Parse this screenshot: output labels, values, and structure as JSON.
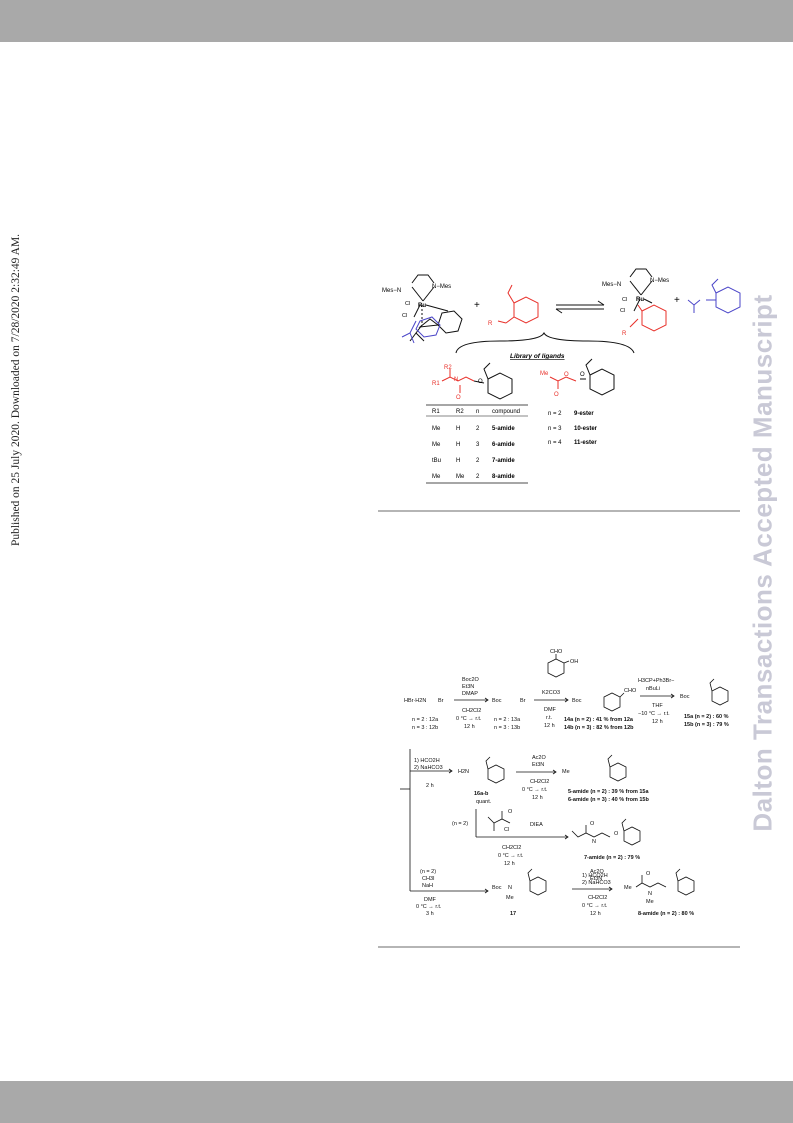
{
  "side_note": "Published on 25 July 2020. Downloaded on 7/28/2020 2:32:49 AM.",
  "watermark": "Dalton Transactions Accepted Manuscript",
  "scheme1": {
    "cat_left_ligand": "Mes−N",
    "cat_left_ligand2": "N−Mes",
    "ru": "Ru",
    "cl": "Cl",
    "cat_right_ligand": "Mes−N",
    "cat_right_ligand2": "N−Mes",
    "plus": "+",
    "arrow": "⇌",
    "ligand_r": "R",
    "library_title": "Library of ligands",
    "amide_r1": "R1",
    "amide_r2": "R2",
    "amide_n": "N",
    "amide_o": "O",
    "ester_me": "Me",
    "ester_o": "O",
    "table_headers": [
      "R1",
      "R2",
      "n",
      "compound"
    ],
    "table_rows": [
      [
        "Me",
        "H",
        "2",
        "5-amide"
      ],
      [
        "Me",
        "H",
        "3",
        "6-amide"
      ],
      [
        "tBu",
        "H",
        "2",
        "7-amide"
      ],
      [
        "Me",
        "Me",
        "2",
        "8-amide"
      ]
    ],
    "ester_rows": [
      [
        "n = 2",
        "9-ester"
      ],
      [
        "n = 3",
        "10-ester"
      ],
      [
        "n = 4",
        "11-ester"
      ]
    ]
  },
  "scheme2": {
    "cho": "CHO",
    "oh": "OH",
    "start": "HBr·H2N",
    "start_br": "Br",
    "start_n2": "n = 2 : 12a",
    "start_n3": "n = 3 : 12b",
    "step1_reagents": [
      "Boc2O",
      "Et3N",
      "DMAP"
    ],
    "step1_conditions": [
      "CH2Cl2",
      "0 °C → r.t.",
      "12 h"
    ],
    "int13": "Boc",
    "int13_n2": "n = 2 : 13a",
    "int13_n3": "n = 3 : 13b",
    "step2_reagents": [
      "K2CO3"
    ],
    "step2_conditions": [
      "DMF",
      "r.t.",
      "12 h"
    ],
    "int14a": "14a (n = 2) : 41 % from 12a",
    "int14b": "14b (n = 3) : 82 % from 12b",
    "step3_reagents": [
      "H3CP+Ph3Br−",
      "nBuLi"
    ],
    "step3_conditions": [
      "THF",
      "−10 °C → r.t.",
      "12 h"
    ],
    "int15a": "15a (n = 2) : 60 %",
    "int15b": "15b (n = 3) : 79 %",
    "step4_reagents": [
      "1) HCO2H",
      "2) NaHCO3"
    ],
    "step4_time": "2 h",
    "h2n": "H2N",
    "int16": "16a-b",
    "int16_yield": "quant.",
    "step5_reagents": [
      "Ac2O",
      "Et3N"
    ],
    "step5_conditions": [
      "CH2Cl2",
      "0 °C → r.t.",
      "12 h"
    ],
    "me": "Me",
    "prod5": "5-amide (n = 2) : 39 % from 15a",
    "prod6": "6-amide (n = 3) : 40 % from 15b",
    "n2_label": "(n = 2)",
    "cl": "Cl",
    "diea": "DIEA",
    "step6_conditions": [
      "CH2Cl2",
      "0 °C → r.t.",
      "12 h"
    ],
    "prod7": "7-amide (n = 2) : 79 %",
    "step7_label": "(n = 2)",
    "step7_reagents": [
      "CH3I",
      "NaH"
    ],
    "step7_conditions": [
      "DMF",
      "0 °C → r.t.",
      "3 h"
    ],
    "boc": "Boc",
    "int17": "17",
    "step8_reagents": [
      "1) HCO2H",
      "2) NaHCO3"
    ],
    "step9_reagents": [
      "Ac2O",
      "Et3N"
    ],
    "step9_conditions": [
      "CH2Cl2",
      "0 °C → r.t.",
      "12 h"
    ],
    "prod8": "8-amide (n = 2) : 80 %",
    "atom_n": "N",
    "atom_h": "H",
    "atom_o": "O",
    "sub_n": "n"
  },
  "colors": {
    "red": "#e8302a",
    "blue": "#4a45c8",
    "bar": "#a9a9a9",
    "rule": "#b5b5b5",
    "watermark": "#c9c9d6"
  }
}
